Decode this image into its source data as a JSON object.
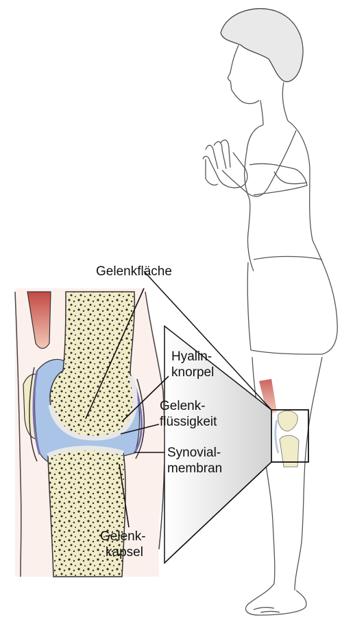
{
  "labels": {
    "articular_surface": "Gelenkfläche",
    "hyaline_cartilage": [
      "Hyalin-",
      "knorpel"
    ],
    "synovial_fluid": [
      "Gelenk-",
      "flüssigkeit"
    ],
    "synovial_membrane": [
      "Synovial-",
      "membran"
    ],
    "joint_capsule": [
      "Gelenk-",
      "kapsel"
    ]
  },
  "colors": {
    "bone_marrow": "#f2ecc4",
    "synovial_fluid": "#a9c4e6",
    "muscle": "#c8524a",
    "skin_outline": "#555555",
    "zoom_cone": "#d9d9d9",
    "synovial_membrane": "#7a6fb0"
  }
}
